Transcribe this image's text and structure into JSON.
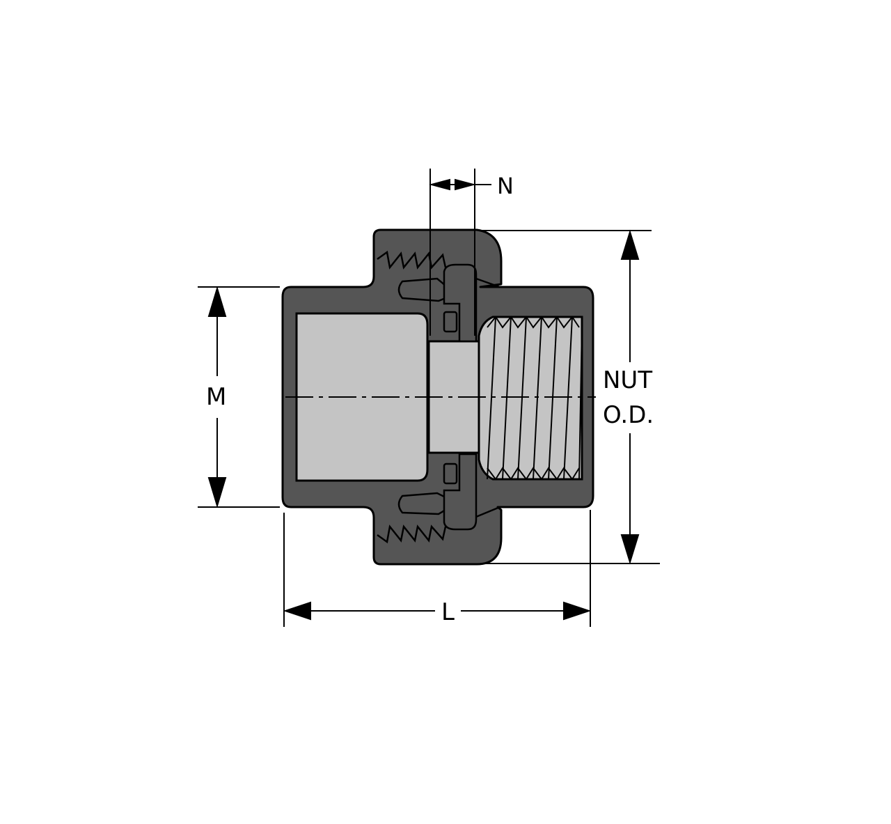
{
  "diagram": {
    "labels": {
      "n": "N",
      "nut_od_line1": "NUT",
      "nut_od_line2": "O.D.",
      "m": "M",
      "l": "L"
    },
    "colors": {
      "body": "#555555",
      "bore": "#c4c4c4",
      "outline": "#000000",
      "background": "#ffffff"
    }
  }
}
